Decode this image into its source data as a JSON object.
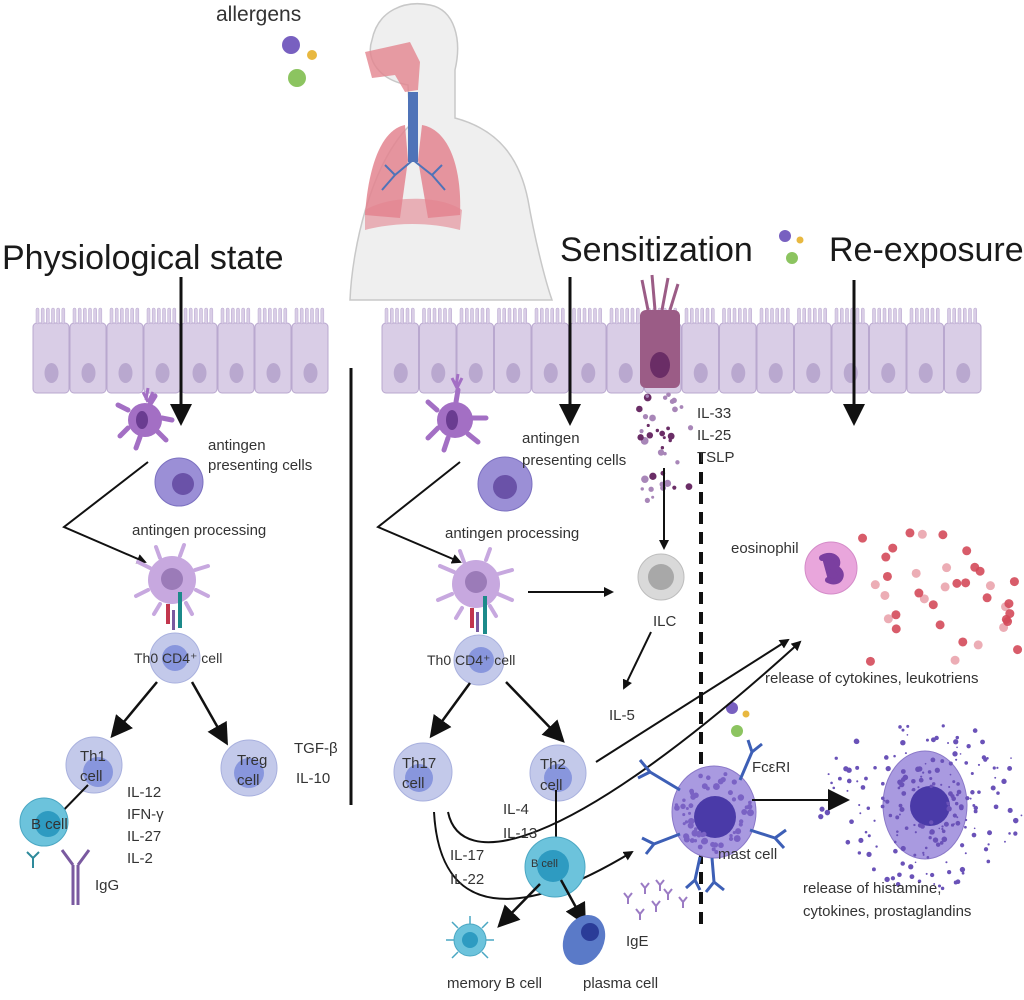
{
  "labels": {
    "allergens": "allergens",
    "physiological_state": "Physiological state",
    "sensitization": "Sensitization",
    "re_exposure": "Re-exposure",
    "apc_left": "antingen\npresenting cells",
    "apc_left_l1": "antingen",
    "apc_left_l2": "presenting cells",
    "processing_left": "antingen processing",
    "th0_left": "Th0 CD4⁺ cell",
    "th1": "Th1",
    "th1_cell": "cell",
    "treg": "Treg",
    "treg_cell": "cell",
    "b_cell_left": "B cell",
    "igg": "IgG",
    "th1_cytokines": [
      "IL-12",
      "IFN-γ",
      "IL-27",
      "IL-2"
    ],
    "treg_cytokines": [
      "TGF-β",
      "IL-10"
    ],
    "apc_right_l1": "antingen",
    "apc_right_l2": "presenting cells",
    "processing_right": "antingen processing",
    "epithelial_cytokines": [
      "IL-33",
      "IL-25",
      "TSLP"
    ],
    "ilc": "ILC",
    "il5": "IL-5",
    "th0_right": "Th0 CD4⁺ cell",
    "th17": "Th17",
    "th17_cell": "cell",
    "th2": "Th2",
    "th2_cell": "cell",
    "th2_cytokines": [
      "IL-4",
      "IL-13"
    ],
    "th17_cytokines": [
      "IL-17",
      "IL-22"
    ],
    "b_cell_right": "B cell",
    "memory_b_cell": "memory B cell",
    "plasma_cell": "plasma cell",
    "ige": "IgE",
    "eosinophil": "eosinophil",
    "release_leukotriens": "release of cytokines, leukotriens",
    "fceri": "FcεRI",
    "mast_cell": "mast cell",
    "release_histamine_l1": "release of histamine,",
    "release_histamine_l2": "cytokines, prostaglandins"
  },
  "colors": {
    "epithelium": "#d9cde6",
    "epithelium_border": "#b9a8cf",
    "epithelium_nucleus": "#b48fcc",
    "dendritic": "#a36fc4",
    "apc": "#9b8fd6",
    "t_cell": "#c3c9ea",
    "t_cell_nucleus": "#8896dd",
    "b_cell": "#6cc3dc",
    "b_cell_nucleus": "#2e9bc1",
    "ilc": "#d9d9d9",
    "eosinophil": "#e9a6dc",
    "mast_cell": "#a99ae0",
    "mast_nucleus": "#4a3aa8",
    "antibody": "#4a6cc4",
    "cytokine_dot": "#d44a5a",
    "lung": "#e3848f",
    "airway": "#4f73b8"
  }
}
